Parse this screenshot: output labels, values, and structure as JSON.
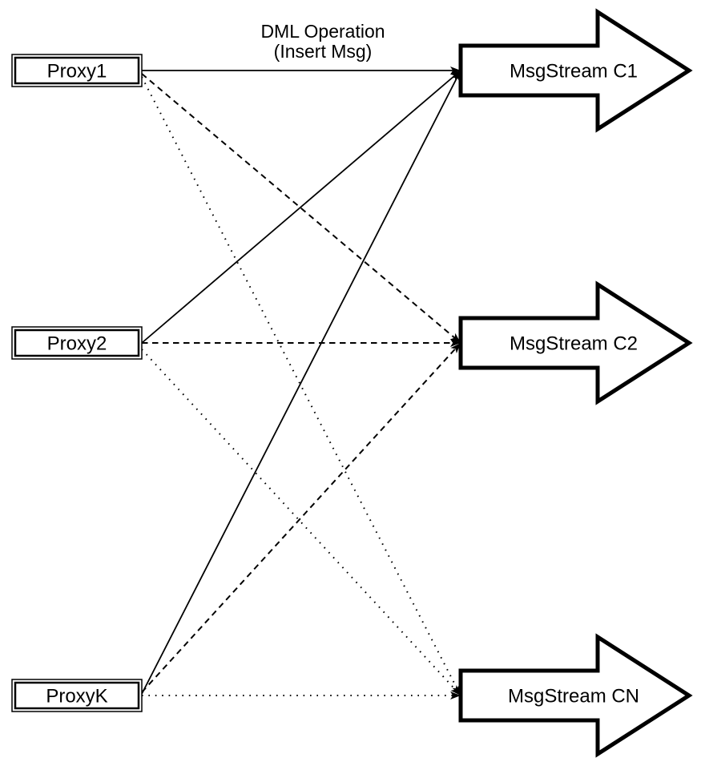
{
  "diagram": {
    "title": {
      "line1": "DML Operation",
      "line2": "(Insert Msg)"
    },
    "proxies": [
      {
        "label": "Proxy1"
      },
      {
        "label": "Proxy2"
      },
      {
        "label": "ProxyK"
      }
    ],
    "streams": [
      {
        "label": "MsgStream C1"
      },
      {
        "label": "MsgStream C2"
      },
      {
        "label": "MsgStream CN"
      }
    ],
    "edges": [
      {
        "from": "Proxy1",
        "to": "MsgStream C1",
        "style": "solid"
      },
      {
        "from": "Proxy2",
        "to": "MsgStream C1",
        "style": "solid"
      },
      {
        "from": "ProxyK",
        "to": "MsgStream C1",
        "style": "solid"
      },
      {
        "from": "Proxy1",
        "to": "MsgStream C2",
        "style": "dashed"
      },
      {
        "from": "Proxy2",
        "to": "MsgStream C2",
        "style": "dashed"
      },
      {
        "from": "ProxyK",
        "to": "MsgStream C2",
        "style": "dashed"
      },
      {
        "from": "Proxy1",
        "to": "MsgStream CN",
        "style": "dotted"
      },
      {
        "from": "Proxy2",
        "to": "MsgStream CN",
        "style": "dotted"
      },
      {
        "from": "ProxyK",
        "to": "MsgStream CN",
        "style": "dotted"
      }
    ],
    "colors": {
      "stroke": "#000000",
      "fill": "#ffffff"
    }
  }
}
